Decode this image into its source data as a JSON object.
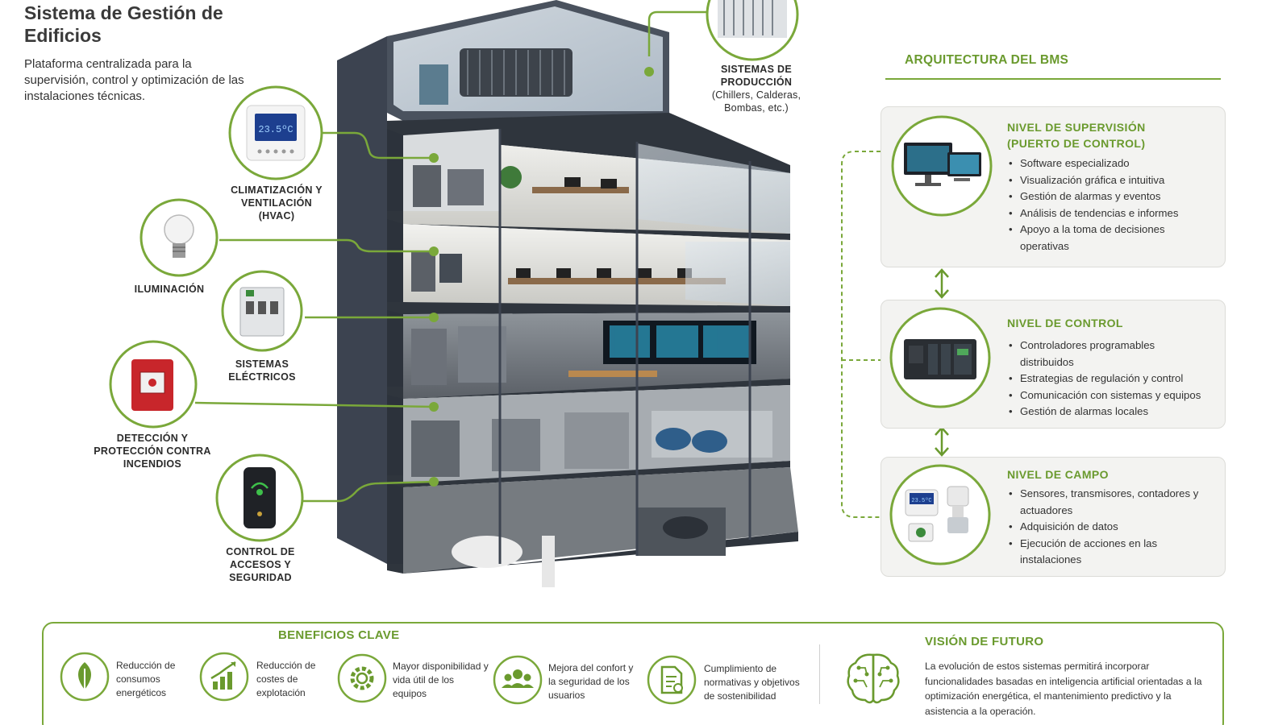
{
  "header": {
    "title": "Sistema de Gestión de Edificios",
    "subtitle": "Plataforma centralizada para la supervisión, control y optimización de las instalaciones técnicas."
  },
  "systems": [
    {
      "id": "produccion",
      "label": "SISTEMAS DE PRODUCCIÓN",
      "sub": "(Chillers, Calderas, Bombas, etc.)",
      "icon": "chiller-icon"
    },
    {
      "id": "hvac",
      "label": "CLIMATIZACIÓN Y VENTILACIÓN (HVAC)",
      "icon": "thermostat-icon",
      "display": "23.5ºC"
    },
    {
      "id": "iluminacion",
      "label": "ILUMINACIÓN",
      "icon": "light-bulb-icon"
    },
    {
      "id": "electricos",
      "label": "SISTEMAS ELÉCTRICOS",
      "icon": "electrical-panel-icon"
    },
    {
      "id": "incendios",
      "label": "DETECCIÓN Y PROTECCIÓN CONTRA INCENDIOS",
      "icon": "fire-alarm-icon"
    },
    {
      "id": "accesos",
      "label": "CONTROL DE ACCESOS Y SEGURIDAD",
      "icon": "access-reader-icon"
    }
  ],
  "architecture": {
    "title": "ARQUITECTURA DEL BMS",
    "levels": [
      {
        "title": "NIVEL DE SUPERVISIÓN (PUERTO DE CONTROL)",
        "icon": "monitors-icon",
        "items": [
          "Software especializado",
          "Visualización gráfica e intuitiva",
          "Gestión de alarmas y eventos",
          "Análisis de tendencias e informes",
          "Apoyo a la toma de decisiones operativas"
        ]
      },
      {
        "title": "NIVEL DE CONTROL",
        "icon": "plc-controller-icon",
        "items": [
          "Controladores programables distribuidos",
          "Estrategias de regulación y control",
          "Comunicación con sistemas y equipos",
          "Gestión de alarmas locales"
        ]
      },
      {
        "title": "NIVEL DE CAMPO",
        "icon": "field-devices-icon",
        "display": "23.5ºC",
        "items": [
          "Sensores, transmisores, contadores y actuadores",
          "Adquisición de datos",
          "Ejecución de acciones en las instalaciones"
        ]
      }
    ]
  },
  "benefits": {
    "title": "BENEFICIOS CLAVE",
    "items": [
      {
        "text": "Reducción de consumos energéticos",
        "icon": "energy-leaf-icon"
      },
      {
        "text": "Reducción de costes de explotación",
        "icon": "cost-chart-icon"
      },
      {
        "text": "Mayor disponibilidad y vida útil de los equipos",
        "icon": "gear-icon"
      },
      {
        "text": "Mejora del confort y la seguridad de los usuarios",
        "icon": "users-icon"
      },
      {
        "text": "Cumplimiento de normativas y objetivos de sostenibilidad",
        "icon": "compliance-document-icon"
      }
    ]
  },
  "future": {
    "title": "VISIÓN DE FUTURO",
    "text": "La evolución de estos sistemas permitirá incorporar funcionalidades basadas en inteligencia artificial orientadas a la optimización energética, el mantenimiento predictivo y la asistencia a la operación.",
    "icon": "ai-brain-icon"
  },
  "colors": {
    "accent": "#7aa83a",
    "accent_text": "#6a9a2e",
    "card_bg": "#f3f3f1",
    "building_frame": "#3c4350",
    "fire_red": "#c8262b"
  }
}
